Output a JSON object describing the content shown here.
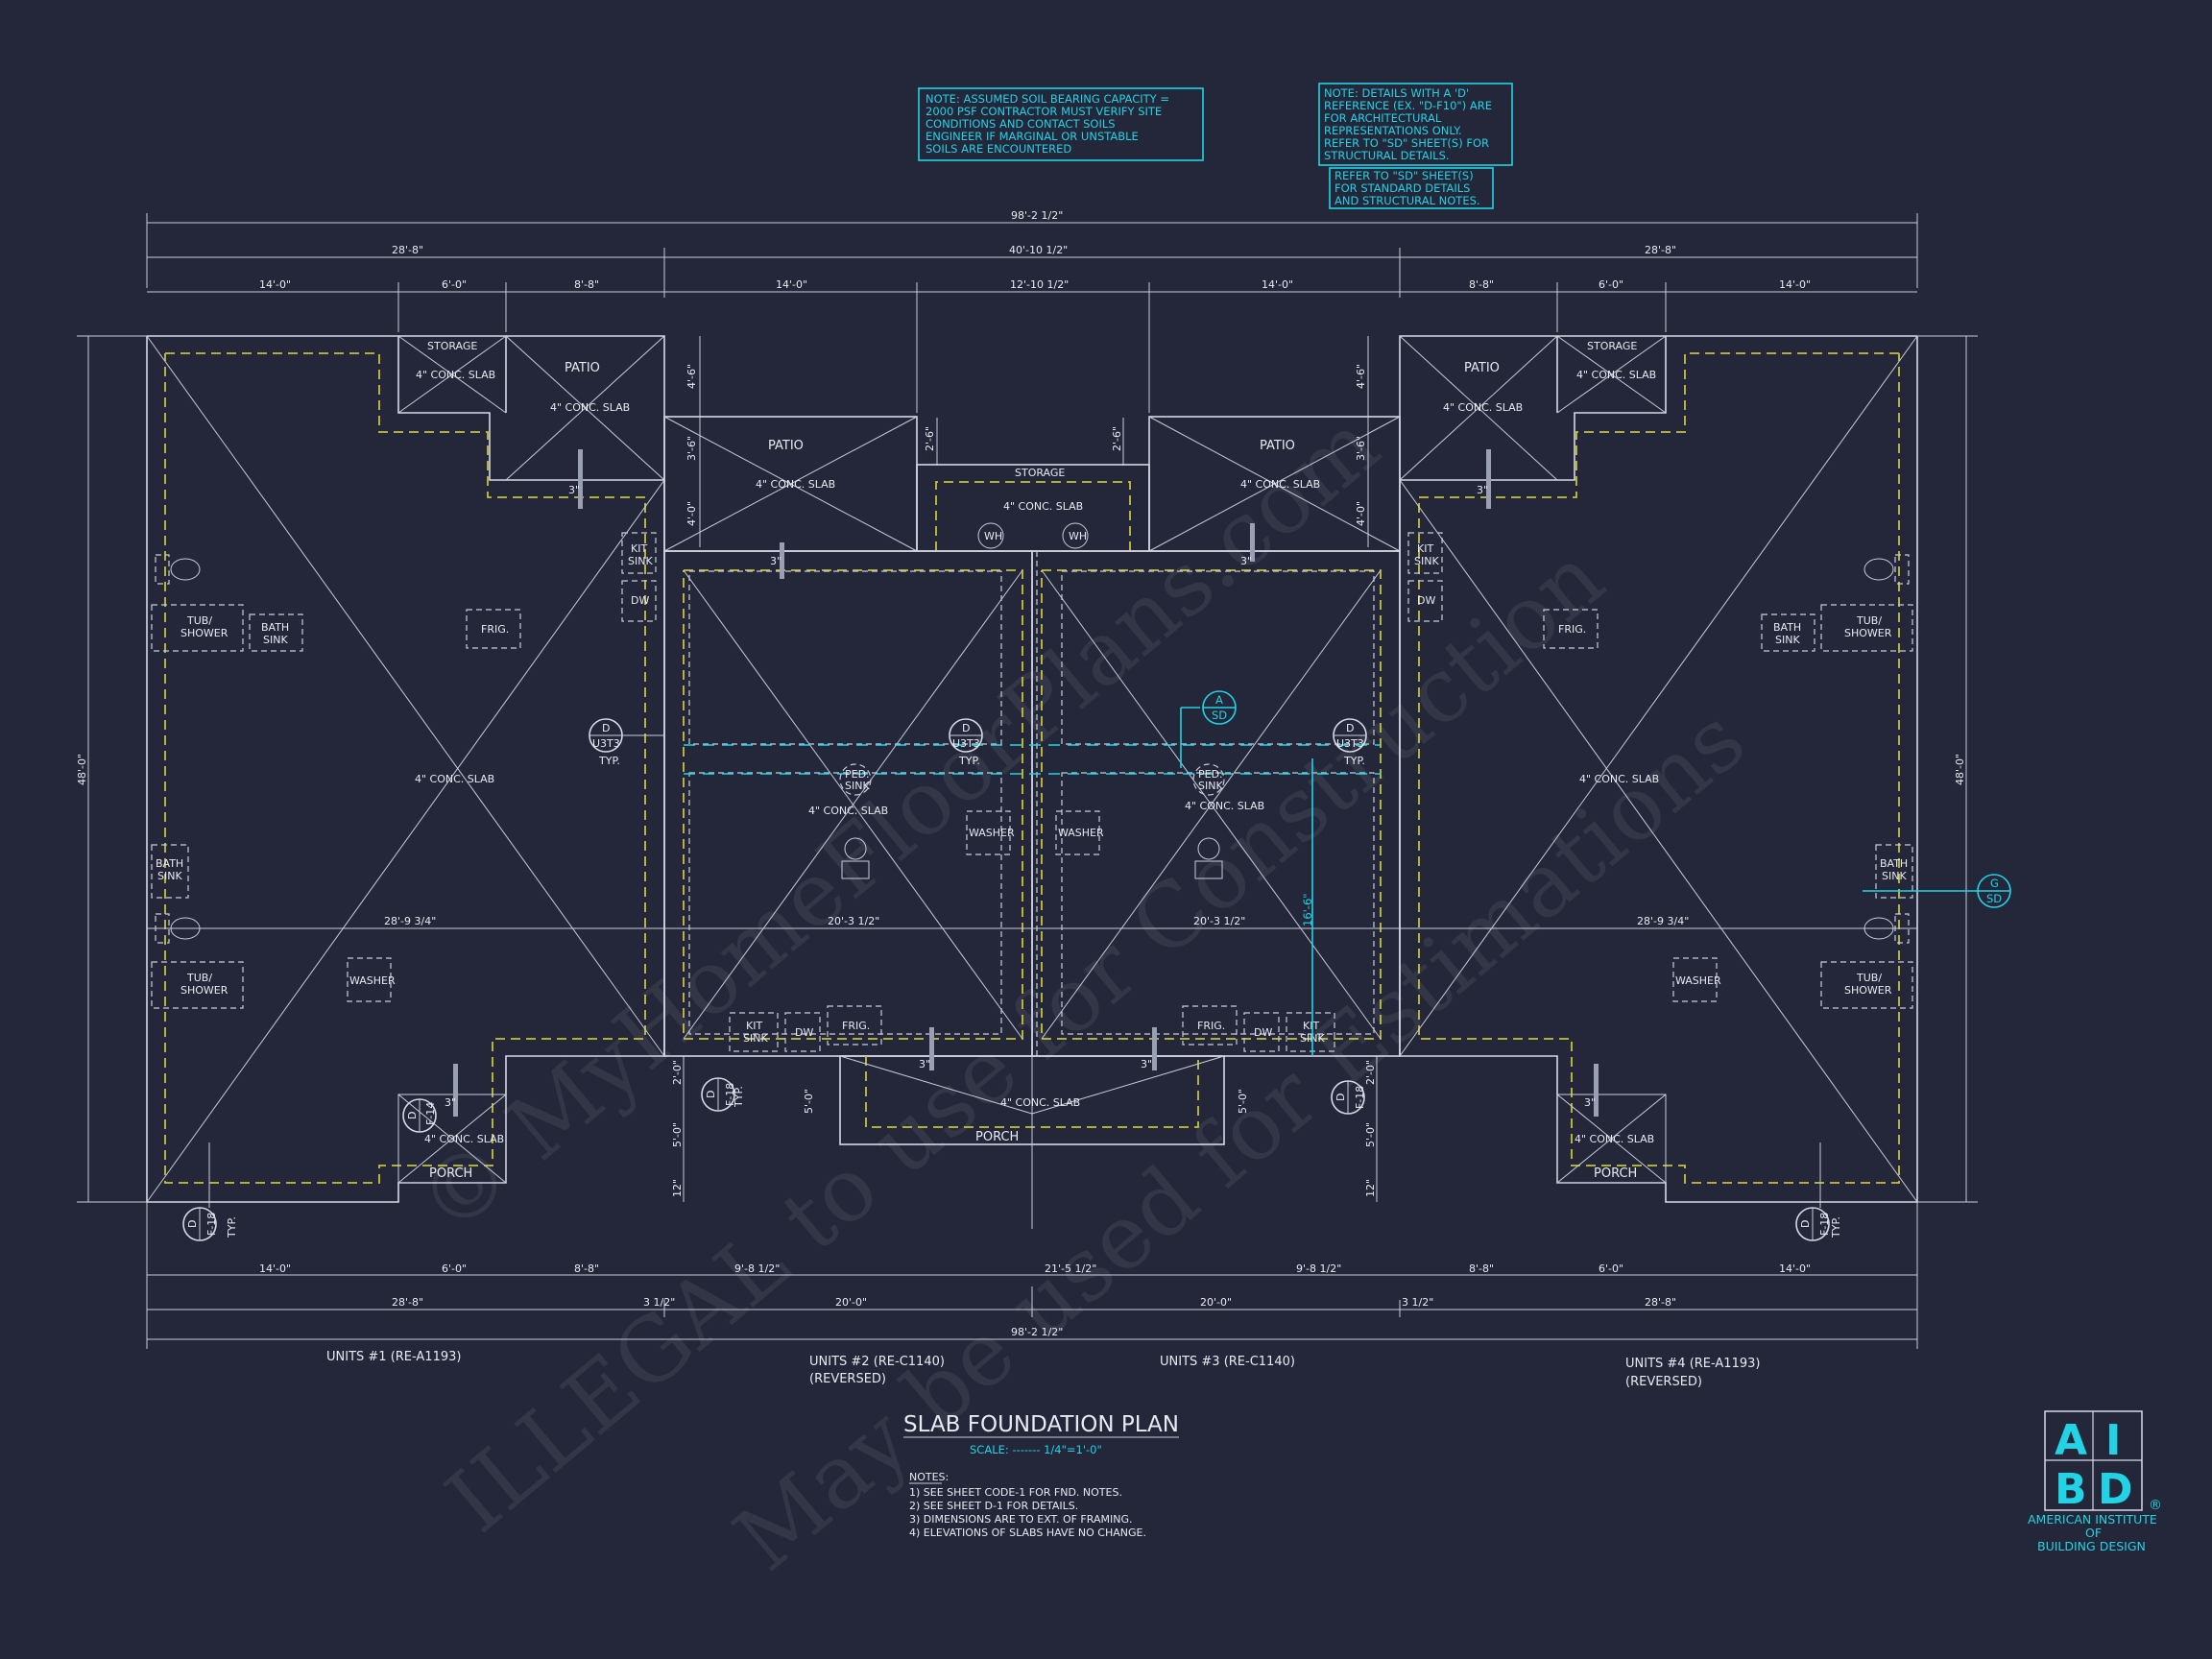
{
  "notes_boxes": {
    "soil": [
      "NOTE: ASSUMED SOIL BEARING CAPACITY =",
      "2000 PSF CONTRACTOR MUST VERIFY SITE",
      "CONDITIONS AND CONTACT SOILS",
      "ENGINEER IF MARGINAL OR UNSTABLE",
      "SOILS ARE ENCOUNTERED"
    ],
    "details": [
      "NOTE: DETAILS WITH A 'D'",
      "REFERENCE (EX. \"D-F10\") ARE",
      "FOR ARCHITECTURAL",
      "REPRESENTATIONS ONLY.",
      "REFER TO \"SD\" SHEET(S) FOR",
      "STRUCTURAL DETAILS."
    ],
    "sd": [
      "REFER TO \"SD\" SHEET(S)",
      "FOR STANDARD DETAILS",
      "AND STRUCTURAL NOTES."
    ]
  },
  "dimensions": {
    "overall": "98'-2 1/2\"",
    "end_units": "28'-8\"",
    "center": "40'-10 1/2\"",
    "d14": "14'-0\"",
    "d6": "6'-0\"",
    "d88": "8'-8\"",
    "d12": "12'-10 1/2\"",
    "depth": "48'-0\"",
    "d20": "20'-0\"",
    "d98": "9'-8 1/2\"",
    "d21": "21'-5 1/2\"",
    "d3": "3 1/2\"",
    "inner_left": "28'-9 3/4\"",
    "inner_mid": "20'-3 1/2\"",
    "d46": "4'-6\"",
    "d36": "3'-6\"",
    "d40": "4'-0\"",
    "d26": "2'-6\"",
    "d20b": "2'-0\"",
    "d50": "5'-0\"",
    "d12in": "12\"",
    "d166": "16'-6\""
  },
  "labels": {
    "storage": "STORAGE",
    "patio": "PATIO",
    "porch": "PORCH",
    "slab": "4\" CONC. SLAB",
    "kit_sink": [
      "KIT",
      "SINK"
    ],
    "dw": "DW",
    "frig": "FRIG.",
    "tub": [
      "TUB/",
      "SHOWER"
    ],
    "bath_sink": [
      "BATH",
      "SINK"
    ],
    "washer": "WASHER",
    "wh": "WH",
    "ped_sink": [
      "PED.",
      "SINK"
    ],
    "typ": "TYP.",
    "three": "3\"",
    "tag_d": "D",
    "tag_u3t3": "U3T3",
    "tag_f18": "F-18",
    "tag_f14": "F-14",
    "tag_a": "A",
    "tag_g": "G",
    "tag_sd": "SD"
  },
  "units": {
    "u1": "UNITS #1 (RE-A1193)",
    "u2": "UNITS #2  (RE-C1140)",
    "u2r": "(REVERSED)",
    "u3": "UNITS #3  (RE-C1140)",
    "u4": "UNITS #4 (RE-A1193)",
    "u4r": "(REVERSED)"
  },
  "title": {
    "main": "SLAB FOUNDATION PLAN",
    "scale": "SCALE: ------- 1/4\"=1'-0\"",
    "notes_head": "NOTES:",
    "notes": [
      "1)  SEE SHEET CODE-1 FOR FND. NOTES.",
      "2)  SEE SHEET D-1 FOR DETAILS.",
      "3)  DIMENSIONS ARE TO EXT. OF FRAMING.",
      "4)  ELEVATIONS OF SLABS HAVE NO CHANGE."
    ]
  },
  "logo": {
    "letters": [
      "A",
      "I",
      "B",
      "D"
    ],
    "registered": "®",
    "lines": [
      "AMERICAN INSTITUTE",
      "OF",
      "BUILDING DESIGN"
    ]
  },
  "watermark": [
    "© MyHomeFloorPlans.com",
    "ILLEGAL to use for Construction",
    "May be used for Estimations"
  ],
  "colors": {
    "background": "#232739",
    "accent": "#22d3e6",
    "linework": "#d6d9e6",
    "hidden": "#c8c23a"
  }
}
